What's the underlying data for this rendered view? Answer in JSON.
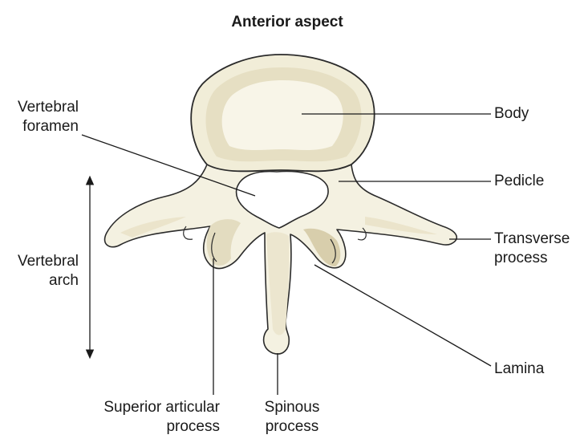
{
  "title": "Anterior aspect",
  "labels": {
    "vertebral_foramen": [
      "Vertebral",
      "foramen"
    ],
    "vertebral_arch": [
      "Vertebral",
      "arch"
    ],
    "body": "Body",
    "pedicle": "Pedicle",
    "transverse_process": [
      "Transverse",
      "process"
    ],
    "lamina": "Lamina",
    "superior_articular_process": [
      "Superior articular",
      "process"
    ],
    "spinous_process": [
      "Spinous",
      "process"
    ]
  },
  "colors": {
    "bone_fill": "#f4f1e1",
    "bone_shade": "#e3dcc0",
    "bone_dark": "#cfc49f",
    "outline": "#2b2b2b",
    "leader_line": "#1a1a1a"
  }
}
